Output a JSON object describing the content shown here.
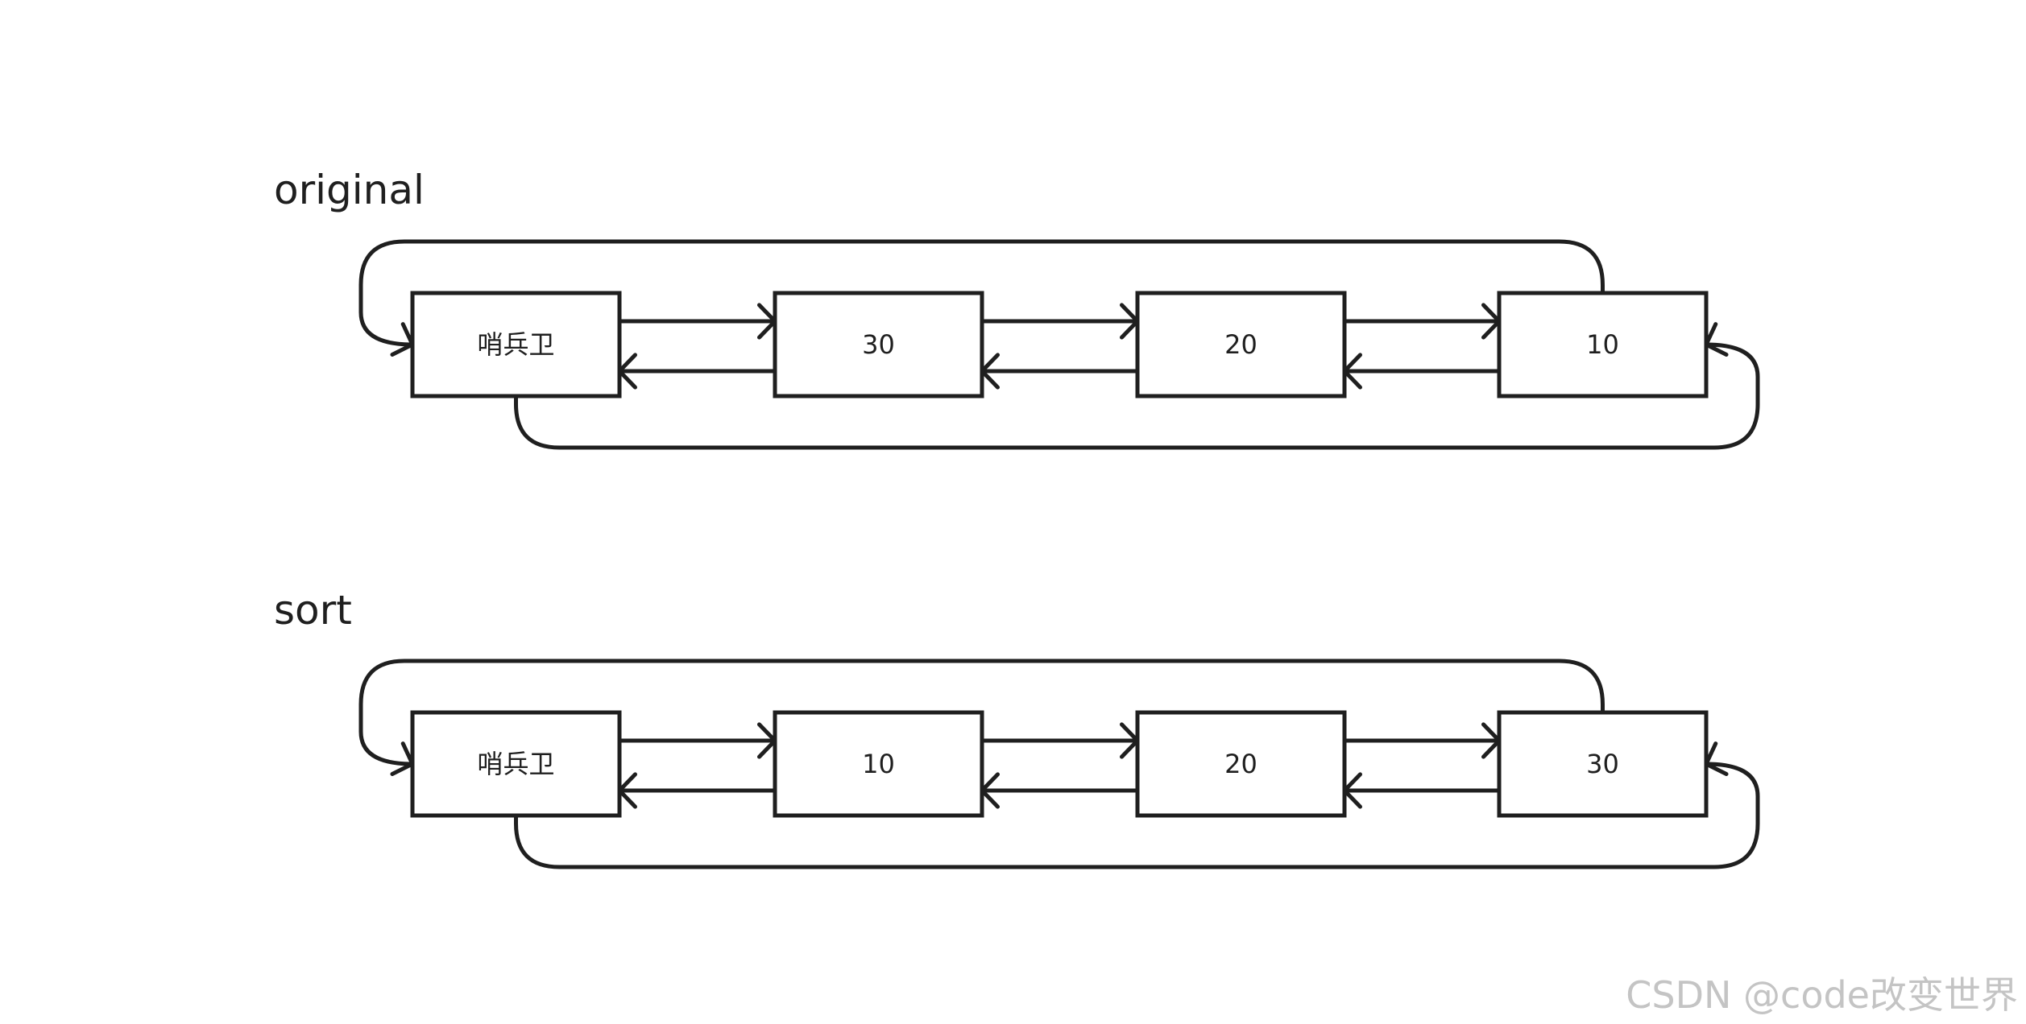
{
  "diagram": {
    "sections": [
      {
        "title": "original",
        "nodes": [
          "哨兵卫",
          "30",
          "20",
          "10"
        ]
      },
      {
        "title": "sort",
        "nodes": [
          "哨兵卫",
          "10",
          "20",
          "30"
        ]
      }
    ]
  },
  "watermark": "CSDN @code改变世界",
  "colors": {
    "stroke": "#1f1f1f",
    "background": "#ffffff",
    "watermark": "#c4c4c4"
  }
}
